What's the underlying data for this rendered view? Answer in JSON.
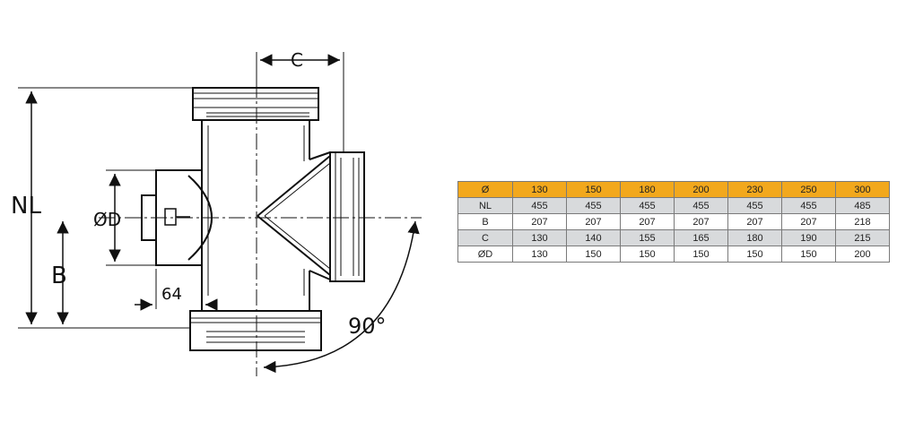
{
  "diagram": {
    "labels": {
      "nl": "NL",
      "b": "B",
      "od": "ØD",
      "c": "C",
      "dim_64": "64",
      "angle": "90°"
    }
  },
  "table": {
    "header": {
      "label": "Ø",
      "values": [
        "130",
        "150",
        "180",
        "200",
        "230",
        "250",
        "300"
      ]
    },
    "rows": [
      {
        "label": "NL",
        "values": [
          "455",
          "455",
          "455",
          "455",
          "455",
          "455",
          "485"
        ]
      },
      {
        "label": "B",
        "values": [
          "207",
          "207",
          "207",
          "207",
          "207",
          "207",
          "218"
        ]
      },
      {
        "label": "C",
        "values": [
          "130",
          "140",
          "155",
          "165",
          "180",
          "190",
          "215"
        ]
      },
      {
        "label": "ØD",
        "values": [
          "130",
          "150",
          "150",
          "150",
          "150",
          "150",
          "200"
        ]
      }
    ],
    "colors": {
      "header": "#f2a81d",
      "stripe": "#d8dadc",
      "border": "#7a7a7a"
    }
  }
}
